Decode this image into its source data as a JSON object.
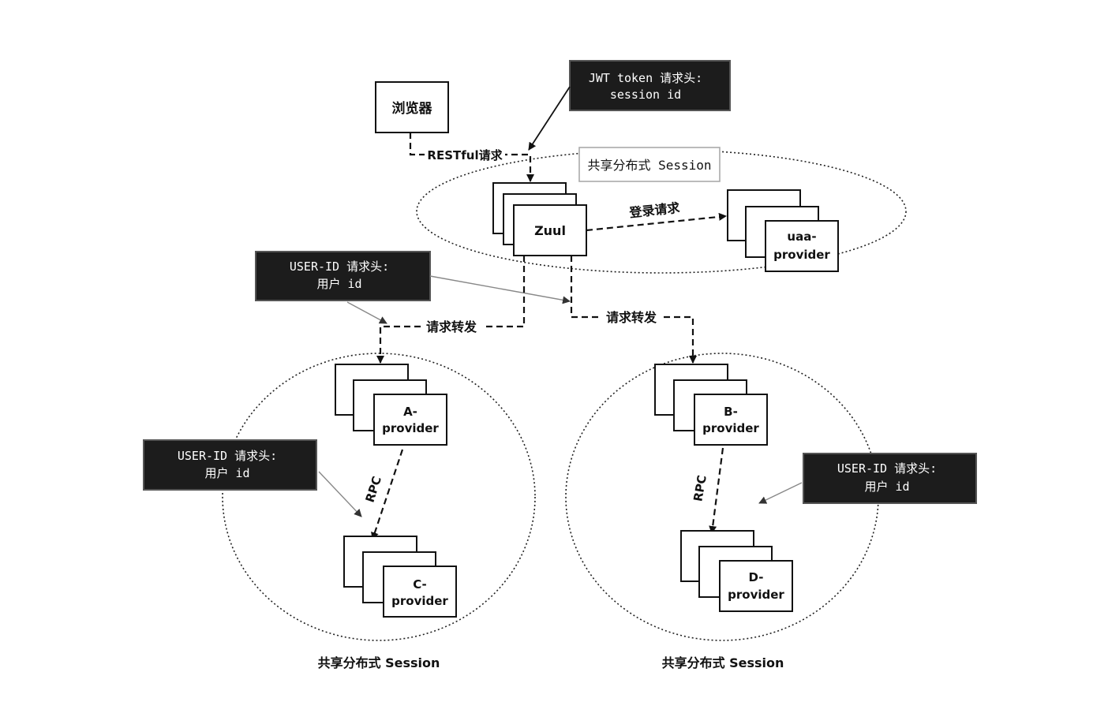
{
  "nodes": {
    "browser": "浏览器",
    "zuul": "Zuul",
    "uaa_line1": "uaa-",
    "uaa_line2": "provider",
    "a_line1": "A-",
    "a_line2": "provider",
    "b_line1": "B-",
    "b_line2": "provider",
    "c_line1": "C-",
    "c_line2": "provider",
    "d_line1": "D-",
    "d_line2": "provider"
  },
  "edges": {
    "restful": "RESTful请求",
    "login": "登录请求",
    "forward_left": "请求转发",
    "forward_right": "请求转发",
    "rpc_left": "RPC",
    "rpc_right": "RPC"
  },
  "notes": {
    "jwt_line1": "JWT token 请求头:",
    "jwt_line2": "session id",
    "userid_top_line1": "USER-ID  请求头:",
    "userid_top_line2": "用户 id",
    "userid_left_line1": "USER-ID  请求头:",
    "userid_left_line2": "用户 id",
    "userid_right_line1": "USER-ID  请求头:",
    "userid_right_line2": "用户 id"
  },
  "sessions": {
    "top": "共享分布式 Session",
    "left": "共享分布式 Session",
    "right": "共享分布式 Session"
  }
}
